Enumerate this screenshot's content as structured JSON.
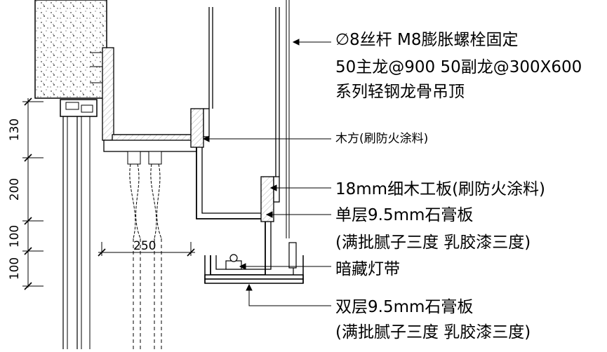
{
  "notes": {
    "hanger_line1": "∅8丝杆 M8膨胀螺栓固定",
    "hanger_line2": "50主龙@900  50副龙@300X600",
    "hanger_line3": "系列轻钢龙骨吊顶",
    "wood_batten": "木方(刷防火涂料)",
    "blockboard": "18mm细木工板(刷防火涂料)",
    "single_gypsum": "单层9.5mm石膏板",
    "single_gypsum_finish": "(满批腻子三度 乳胶漆三度)",
    "hidden_light": "暗藏灯带",
    "double_gypsum": "双层9.5mm石膏板",
    "double_gypsum_finish": "(满批腻子三度 乳胶漆三度)"
  },
  "dimensions": {
    "d1": "130",
    "d2": "200",
    "d3": "100",
    "d4": "100",
    "curtain_width": "250"
  }
}
